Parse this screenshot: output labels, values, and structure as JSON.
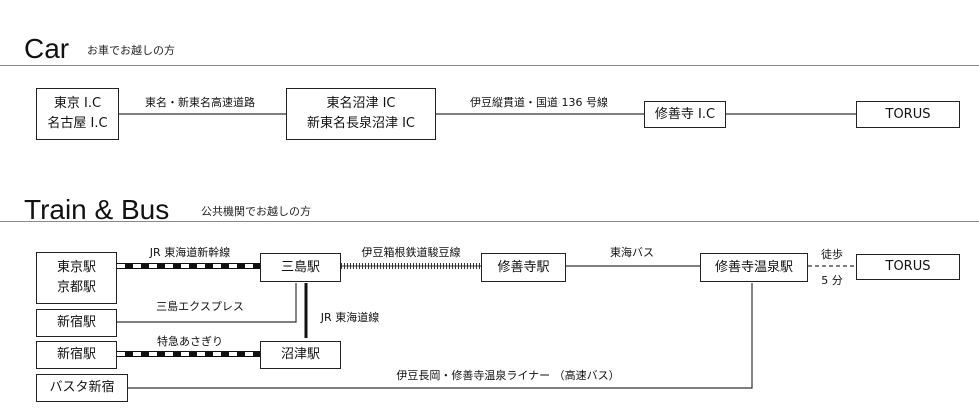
{
  "car": {
    "title": "Car",
    "subtitle": "お車でお越しの方",
    "boxes": {
      "tokyo_ic": "東京 I.C",
      "nagoya_ic": "名古屋 I.C",
      "numazu_ic": "東名沼津 IC",
      "nagaizumi_ic": "新東名長泉沼津 IC",
      "shuzenji_ic": "修善寺 I.C",
      "torus": "TORUS"
    },
    "routes": {
      "expressway": "東名・新東名高速道路",
      "izu_road": "伊豆縦貫道・国道 136 号線"
    }
  },
  "train": {
    "title": "Train & Bus",
    "subtitle": "公共機関でお越しの方",
    "boxes": {
      "tokyo_st": "東京駅",
      "kyoto_st": "京都駅",
      "mishima_st": "三島駅",
      "shuzenji_st": "修善寺駅",
      "onsen_st": "修善寺温泉駅",
      "torus": "TORUS",
      "shinjuku_st": "新宿駅",
      "shinjuku_st2": "新宿駅",
      "numazu_st": "沼津駅",
      "busta": "バスタ新宿"
    },
    "routes": {
      "shinkansen": "JR 東海道新幹線",
      "izuhakone": "伊豆箱根鉄道駿豆線",
      "tokai_bus": "東海バス",
      "walk": "徒歩",
      "walk_time": "5 分",
      "mishima_express": "三島エクスプレス",
      "tokaido_line": "JR 東海道線",
      "odoriko": "特急あさぎり",
      "liner": "伊豆長岡・修善寺温泉ライナー （高速バス）"
    }
  }
}
